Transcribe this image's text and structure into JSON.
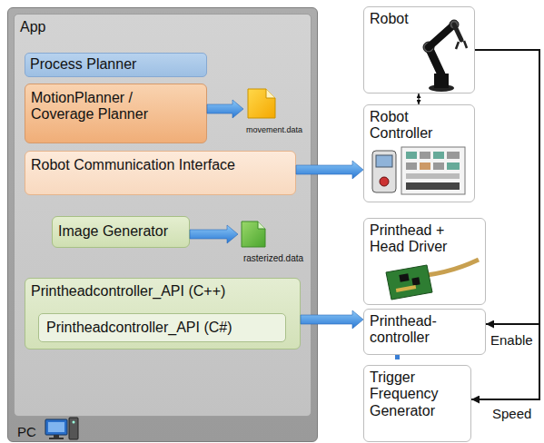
{
  "diagram": {
    "nodes": [
      {
        "text": [
          "PC"
        ]
      },
      {
        "text": [
          "App"
        ],
        "in": 0
      },
      {
        "text": [
          "Process Planner"
        ],
        "in": 1
      },
      {
        "text": [
          "MotionPlanner / Coverage Planner"
        ],
        "in": 1
      },
      {
        "text": [
          "movement.data"
        ],
        "in": 1
      },
      {
        "text": [
          "Robot Communication Interface"
        ],
        "in": 1
      },
      {
        "text": [
          "Image Generator"
        ],
        "in": 1
      },
      {
        "text": [
          "rasterized.data"
        ],
        "in": 1
      },
      {
        "text": [
          "Printheadcontroller_API (C++)"
        ],
        "in": 1
      },
      {
        "text": [
          "Printheadcontroller_API (C#)"
        ],
        "in": 8
      },
      {
        "text": [
          "Robot"
        ]
      },
      {
        "text": [
          "Robot Controller"
        ]
      },
      {
        "text": [
          "Printhead + Head Driver"
        ]
      },
      {
        "text": [
          "Printhead-controller"
        ]
      },
      {
        "text": [
          "Trigger Frequency Generator"
        ]
      }
    ],
    "edges": [
      {
        "from": 3,
        "to": 4,
        "arrow": "to"
      },
      {
        "from": 5,
        "to": 11,
        "arrow": "to"
      },
      {
        "from": 6,
        "to": 7,
        "arrow": "to"
      },
      {
        "from": 8,
        "to": 13,
        "arrow": "to"
      },
      {
        "from": 10,
        "to": 11,
        "arrow": "both"
      },
      {
        "from": 10,
        "to": 13,
        "label": "Enable",
        "arrow": "to"
      },
      {
        "from": 10,
        "to": 14,
        "label": "Speed",
        "arrow": "to"
      }
    ]
  }
}
